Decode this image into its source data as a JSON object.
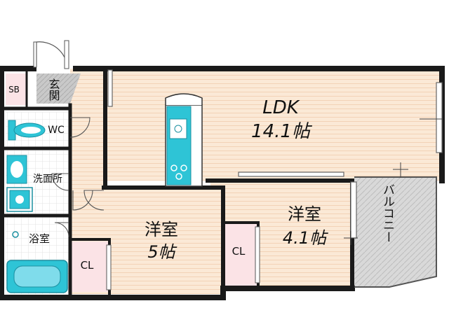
{
  "rooms": {
    "ldk": {
      "name": "LDK",
      "size": "14.1帖"
    },
    "western1": {
      "name": "洋室",
      "size": "5帖"
    },
    "western2": {
      "name": "洋室",
      "size": "4.1帖"
    },
    "entrance": "玄関",
    "shoe_box": "SB",
    "toilet": "WC",
    "washroom": "洗面所",
    "bathroom": "浴室",
    "closet1": "CL",
    "closet2": "CL",
    "balcony": "バルコニー"
  },
  "colors": {
    "wall": "#1a1a1a",
    "floor": "#fbe9d6",
    "floor_line": "#f2d2b6",
    "wet_area": "#ffffff",
    "fixture": "#2ec4d6",
    "closet": "#fbe3e6",
    "balcony": "#d9d9d9",
    "entrance": "#c8c8c8"
  }
}
